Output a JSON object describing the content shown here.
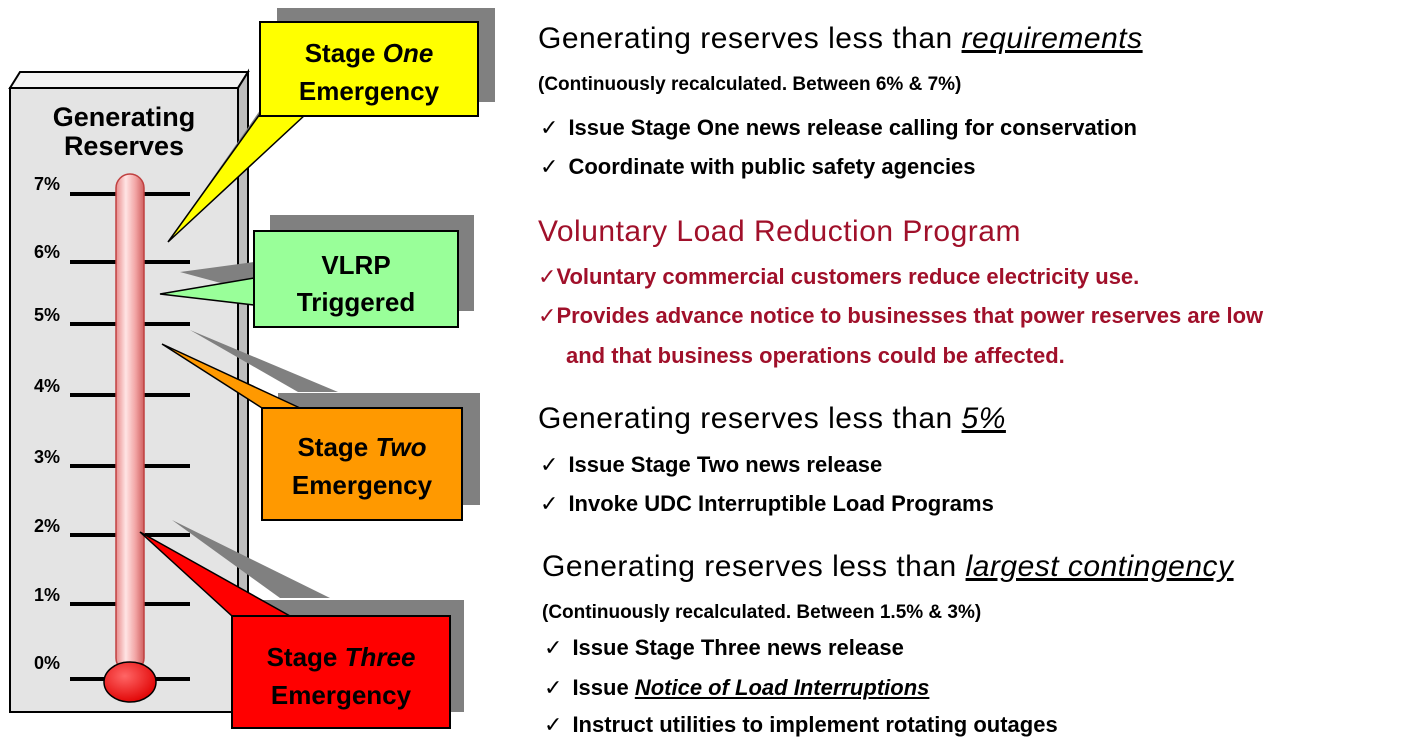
{
  "thermometer": {
    "title_line1": "Generating",
    "title_line2": "Reserves",
    "ticks": [
      "7%",
      "6%",
      "5%",
      "4%",
      "3%",
      "2%",
      "1%",
      "0%"
    ]
  },
  "callouts": {
    "stage_one": {
      "line1a": "Stage ",
      "line1b": "One",
      "line2": "Emergency",
      "color": "#ffff00"
    },
    "vlrp": {
      "line1": "VLRP",
      "line2": "Triggered",
      "color": "#99ff99"
    },
    "stage_two": {
      "line1a": "Stage ",
      "line1b": "Two",
      "line2": "Emergency",
      "color": "#ff9900"
    },
    "stage_three": {
      "line1a": "Stage ",
      "line1b": "Three",
      "line2": "Emergency",
      "color": "#ff0000"
    }
  },
  "sections": {
    "s1": {
      "heading_prefix": "Generating reserves less than ",
      "heading_emph": "requirements",
      "note": "(Continuously recalculated.  Between 6% & 7%)",
      "items": [
        "Issue Stage One news release calling for conservation",
        "Coordinate with public safety agencies"
      ]
    },
    "s2": {
      "heading": "Voluntary Load Reduction Program",
      "item1": "Voluntary commercial customers reduce electricity use.",
      "item2_line1": "Provides advance notice to businesses that power reserves are low",
      "item2_line2": "and that business operations could be affected."
    },
    "s3": {
      "heading_prefix": "Generating reserves less than ",
      "heading_emph": "5%",
      "items": [
        "Issue Stage Two news release",
        "Invoke UDC Interruptible Load Programs"
      ]
    },
    "s4": {
      "heading_prefix": "Generating reserves less than ",
      "heading_emph": "largest contingency",
      "note": "(Continuously recalculated.  Between 1.5% & 3%)",
      "item1": "Issue Stage Three news release",
      "item2_prefix": "Issue ",
      "item2_emph": "Notice of Load Interruptions",
      "item3": "Instruct utilities to implement rotating outages"
    },
    "check": "✓",
    "accent": "#a0102a"
  }
}
